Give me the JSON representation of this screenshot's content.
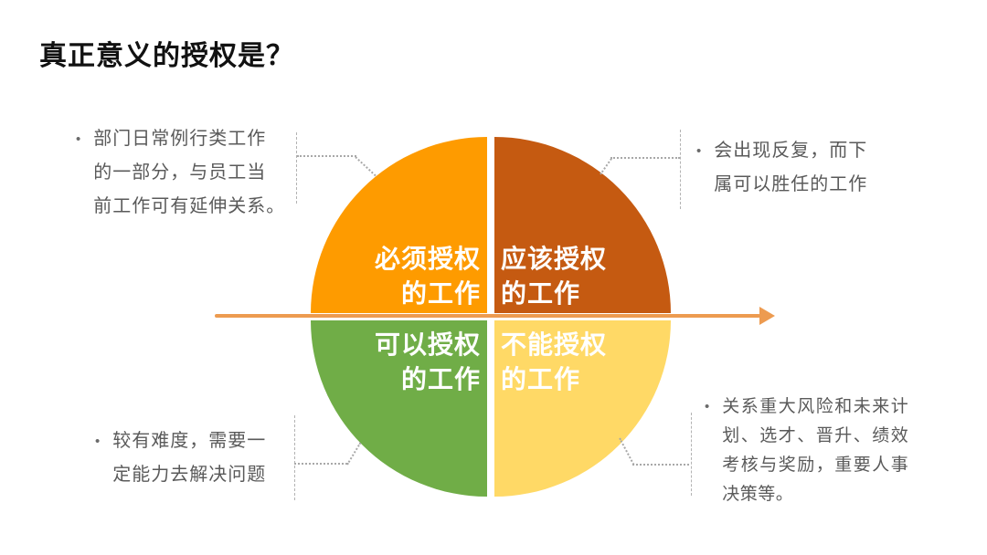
{
  "title": "真正意义的授权是？",
  "quadrants": {
    "top_left": {
      "line1": "必须授权",
      "line2": "的工作",
      "color": "#FE9B00"
    },
    "top_right": {
      "line1": "应该授权",
      "line2": "的工作",
      "color": "#C55A11"
    },
    "bottom_left": {
      "line1": "可以授权",
      "line2": "的工作",
      "color": "#70AD47"
    },
    "bottom_right": {
      "line1": "不能授权",
      "line2": "的工作",
      "color": "#FFD966"
    }
  },
  "annotations": {
    "top_left": {
      "bullet": "•",
      "lines": [
        "部门日常例行类工作",
        "的一部分，与员工当",
        "前工作可有延伸关系。"
      ]
    },
    "top_right": {
      "bullet": "•",
      "lines": [
        "会出现反复，而下",
        "属可以胜任的工作"
      ]
    },
    "bottom_left": {
      "bullet": "•",
      "lines": [
        "较有难度，需要一",
        "定能力去解决问题"
      ]
    },
    "bottom_right": {
      "bullet": "•",
      "lines": [
        "关系重大风险和未来计",
        "划、选才、晋升、绩效",
        "考核与奖励，重要人事",
        "决策等。"
      ]
    }
  },
  "arrow_color": "#ED9B50",
  "colors": {
    "title_text": "#111111",
    "annotation_text": "#5a5a5a",
    "connector_gray": "#a8a8a8",
    "background": "#ffffff",
    "quadrant_label_text": "#ffffff"
  }
}
